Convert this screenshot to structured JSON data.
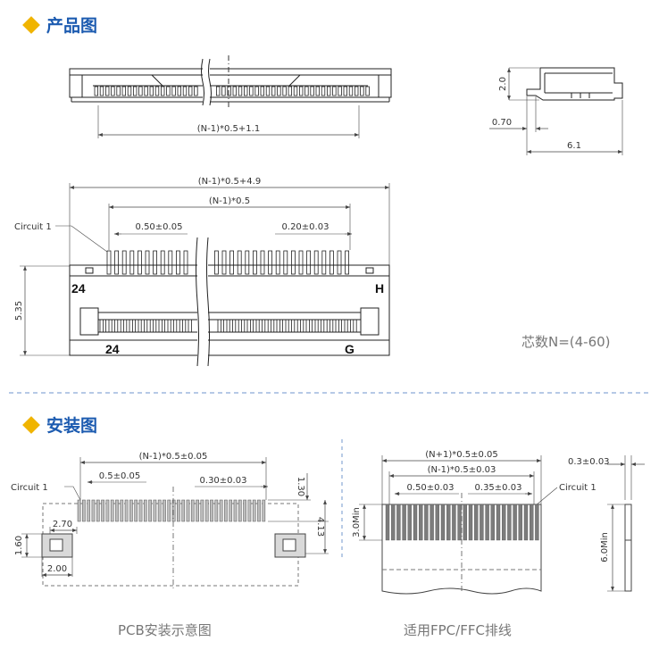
{
  "sections": {
    "product_title": "产品图",
    "install_title": "安装图"
  },
  "product": {
    "dim_top_width": "(N-1)*0.5+1.1",
    "dim_side_height": "2.0",
    "dim_side_070": "0.70",
    "dim_side_61": "6.1",
    "dim_total": "(N-1)*0.5+4.9",
    "dim_pitch_span": "(N-1)*0.5",
    "dim_pitch": "0.50±0.05",
    "dim_pin_width": "0.20±0.03",
    "circuit_label": "Circuit 1",
    "dim_height_535": "5.35",
    "pin_label_24_top": "24",
    "pin_label_h": "H",
    "pin_label_24_bottom": "24",
    "pin_label_g": "G",
    "pin_count_note": "芯数N=(4-60)"
  },
  "pcb": {
    "dim_span": "(N-1)*0.5±0.05",
    "dim_pitch": "0.5±0.05",
    "dim_pad_width": "0.30±0.03",
    "circuit_label": "Circuit 1",
    "dim_130": "1.30",
    "dim_413": "4.13",
    "dim_270": "2.70",
    "dim_160": "1.60",
    "dim_200": "2.00",
    "caption": "PCB安装示意图"
  },
  "fpc": {
    "dim_outer": "(N+1)*0.5±0.05",
    "dim_inner": "(N-1)*0.5±0.03",
    "dim_pitch": "0.50±0.03",
    "dim_width": "0.35±0.03",
    "circuit_label": "Circuit 1",
    "dim_30min": "3.0Min",
    "dim_thick": "0.3±0.03",
    "dim_60min": "6.0Min",
    "caption": "适用FPC/FFC排线"
  }
}
